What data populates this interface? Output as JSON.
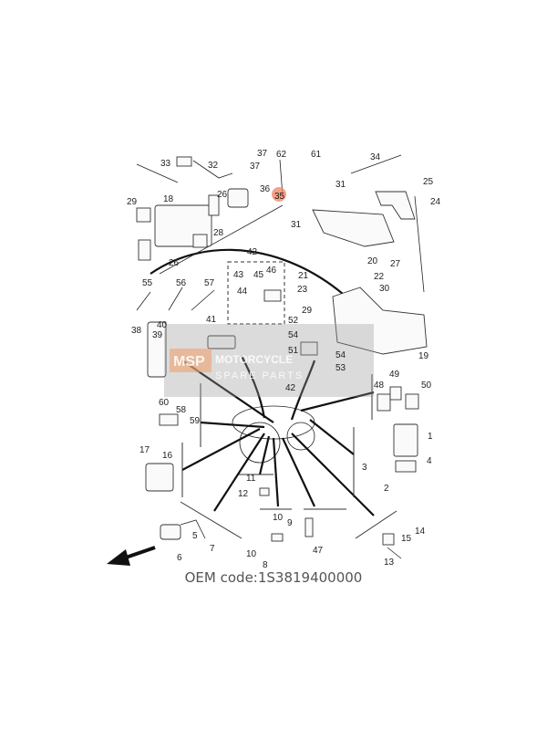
{
  "diagram": {
    "callouts": [
      "37",
      "33",
      "32",
      "37",
      "62",
      "61",
      "34",
      "36",
      "35",
      "31",
      "25",
      "29",
      "18",
      "26",
      "24",
      "31",
      "28",
      "26",
      "20",
      "27",
      "42",
      "22",
      "30",
      "21",
      "43",
      "45",
      "46",
      "23",
      "44",
      "55",
      "56",
      "57",
      "29",
      "52",
      "40",
      "41",
      "38",
      "39",
      "54",
      "51",
      "19",
      "54",
      "53",
      "49",
      "48",
      "50",
      "42",
      "60",
      "58",
      "59",
      "1",
      "17",
      "16",
      "4",
      "3",
      "11",
      "2",
      "12",
      "10",
      "9",
      "14",
      "5",
      "15",
      "7",
      "47",
      "10",
      "6",
      "8",
      "13"
    ],
    "highlighted_callout": "35",
    "highlight_color": "#f08a6a",
    "watermark": {
      "line1": "MOTORCYCLE",
      "line2": "SPARE PARTS",
      "logo": "MSP"
    }
  },
  "footer": {
    "oem_code": "OEM code:1S3819400000"
  }
}
